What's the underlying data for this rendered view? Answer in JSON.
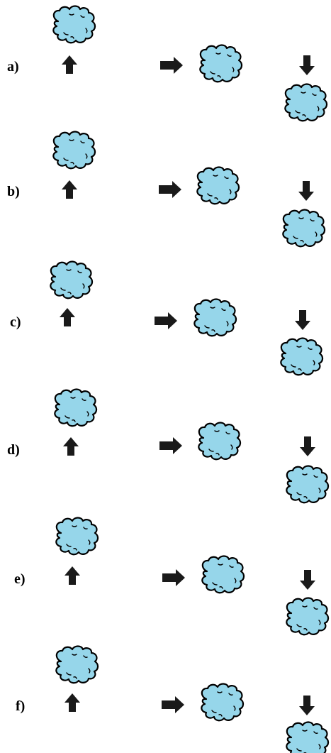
{
  "rows": [
    {
      "label": "a)"
    },
    {
      "label": "b)"
    },
    {
      "label": "c)"
    },
    {
      "label": "d)"
    },
    {
      "label": "e)"
    },
    {
      "label": "f)"
    }
  ],
  "colors": {
    "cloud_fill": "#96D6EA",
    "cloud_outline": "#000000",
    "arrow_fill": "#1A1A1A",
    "text": "#000000",
    "background": "#FFFFFF"
  },
  "icons": {
    "up": "up-arrow-icon",
    "right": "right-arrow-icon",
    "down": "down-arrow-icon",
    "cloud": "cloud-icon"
  }
}
